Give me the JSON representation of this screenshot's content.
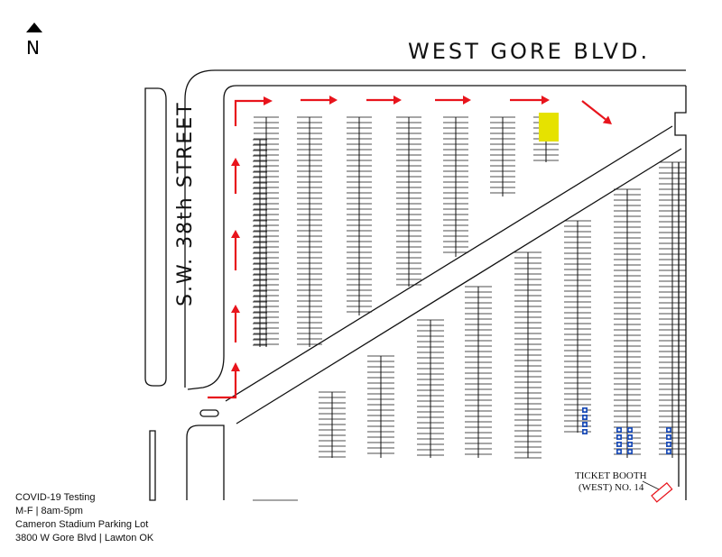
{
  "north_label": "N",
  "streets": {
    "north": "WEST GORE BLVD.",
    "west": "S.W. 38th STREET"
  },
  "ticket_booth": {
    "line1": "TICKET BOOTH",
    "line2": "(WEST) NO. 14"
  },
  "info": {
    "line1": "COVID-19 Testing",
    "line2": "M-F | 8am-5pm",
    "line3": "Cameron Stadium Parking Lot",
    "line4": "3800 W Gore Blvd | Lawton OK"
  },
  "colors": {
    "route_arrow": "#e8141c",
    "testing_highlight": "#e6e200",
    "accessible_space": "#1f4fb8",
    "line": "#111111"
  },
  "icons": {
    "north_arrow": "north-arrow-icon",
    "route_arrow": "arrow-icon",
    "accessible_space": "wheelchair-icon"
  }
}
